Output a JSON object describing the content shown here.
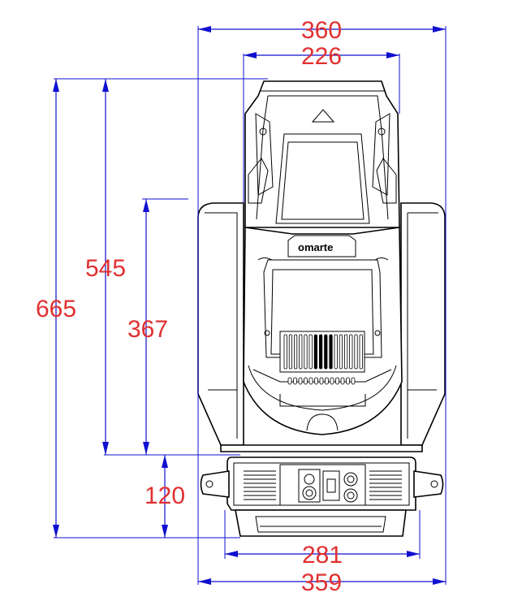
{
  "dimensions": {
    "total_width": "360",
    "head_width": "226",
    "total_height": "665",
    "head_height": "545",
    "yoke_height": "367",
    "base_height": "120",
    "base_inner_width": "281",
    "base_width": "359"
  },
  "logo": "omarte",
  "colors": {
    "dimension_line": "#1010d0",
    "dimension_text": "#e03030",
    "outline": "#000000"
  }
}
